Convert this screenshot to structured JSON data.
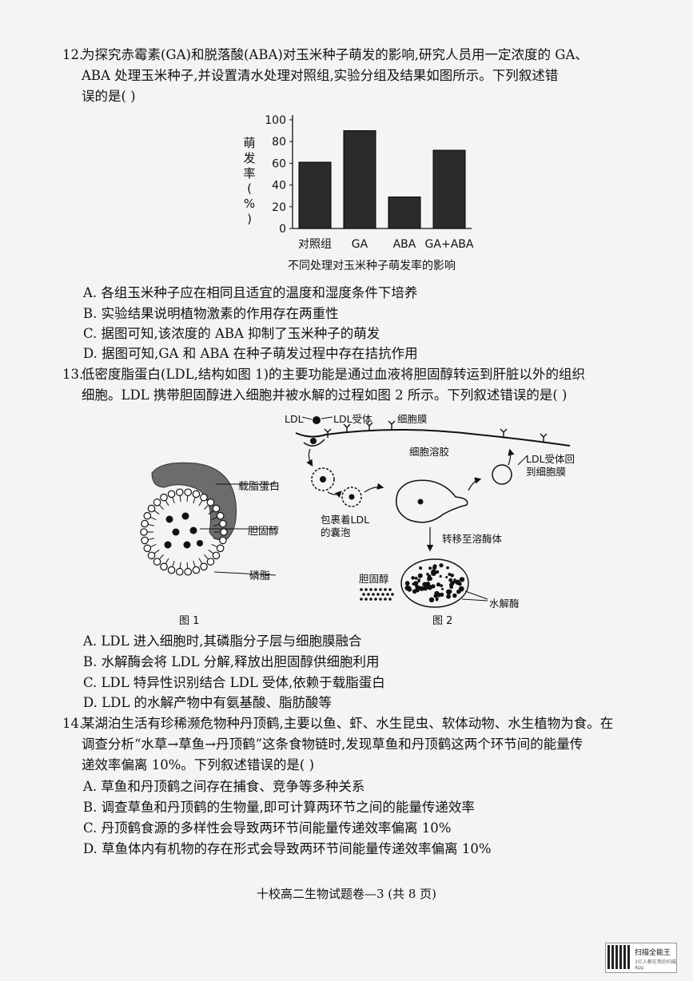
{
  "q12": {
    "num": "12.",
    "stem_l1": "为探究赤霉素(GA)和脱落酸(ABA)对玉米种子萌发的影响,研究人员用一定浓度的 GA、",
    "stem_l2": "ABA 处理玉米种子,并设置清水处理对照组,实验分组及结果如图所示。下列叙述错",
    "stem_l3": "误的是(      )",
    "options": [
      "A. 各组玉米种子应在相同且适宜的温度和湿度条件下培养",
      "B. 实验结果说明植物激素的作用存在两重性",
      "C. 据图可知,该浓度的 ABA 抑制了玉米种子的萌发",
      "D. 据图可知,GA 和 ABA 在种子萌发过程中存在拮抗作用"
    ]
  },
  "chart_data": {
    "type": "bar",
    "categories": [
      "对照组",
      "GA",
      "ABA",
      "GA+ABA"
    ],
    "values": [
      61,
      90,
      29,
      72
    ],
    "title": "不同处理对玉米种子萌发率的影响",
    "ylabel": "萌发率(%)",
    "ylabel_chars": [
      "萌",
      "发",
      "率",
      "(",
      "%",
      ")"
    ],
    "ylim": [
      0,
      100
    ],
    "yticks": [
      0,
      20,
      40,
      60,
      80,
      100
    ],
    "bar_color": "#2b2b2b"
  },
  "q13": {
    "num": "13.",
    "stem_l1": "低密度脂蛋白(LDL,结构如图 1)的主要功能是通过血液将胆固醇转运到肝脏以外的组织",
    "stem_l2": "细胞。LDL 携带胆固醇进入细胞并被水解的过程如图 2 所示。下列叙述错误的是(      )",
    "fig1": {
      "caption": "图 1",
      "label_apoprotein": "载脂蛋白",
      "label_cholesterol": "胆固醇",
      "label_phospholipid": "磷脂"
    },
    "fig2": {
      "caption": "图 2",
      "label_ldl": "LDL",
      "label_receptor": "LDL受体",
      "label_membrane": "细胞膜",
      "label_cytosol": "细胞溶胶",
      "label_return_l1": "LDL受体回",
      "label_return_l2": "到细胞膜",
      "label_vesicle_l1": "包裹着LDL",
      "label_vesicle_l2": "的囊泡",
      "label_lysosome": "转移至溶酶体",
      "label_cholesterol": "胆固醇",
      "label_hydrolase": "水解酶"
    },
    "options": [
      "A. LDL 进入细胞时,其磷脂分子层与细胞膜融合",
      "B. 水解酶会将 LDL 分解,释放出胆固醇供细胞利用",
      "C. LDL 特异性识别结合 LDL 受体,依赖于载脂蛋白",
      "D. LDL 的水解产物中有氨基酸、脂肪酸等"
    ]
  },
  "q14": {
    "num": "14.",
    "stem_l1": "某湖泊生活有珍稀濒危物种丹顶鹤,主要以鱼、虾、水生昆虫、软体动物、水生植物为食。在",
    "stem_l2": "调查分析“水草→草鱼→丹顶鹤”这条食物链时,发现草鱼和丹顶鹤这两个环节间的能量传",
    "stem_l3": "递效率偏离 10%。下列叙述错误的是(      )",
    "options": [
      "A. 草鱼和丹顶鹤之间存在捕食、竞争等多种关系",
      "B. 调查草鱼和丹顶鹤的生物量,即可计算两环节之间的能量传递效率",
      "C. 丹顶鹤食源的多样性会导致两环节间能量传递效率偏离 10%",
      "D. 草鱼体内有机物的存在形式会导致两环节间能量传递效率偏离 10%"
    ]
  },
  "footer": "十校高二生物试题卷—3 (共 8 页)",
  "stamp": {
    "brand": "扫描全能王",
    "sub": "3亿人都在用的扫描App"
  }
}
